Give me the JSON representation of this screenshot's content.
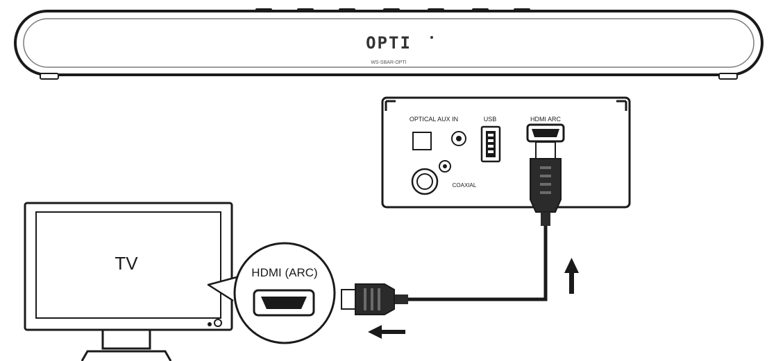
{
  "soundbar": {
    "brand": "OPTI",
    "model_line": "WS-SBAR-OPTI"
  },
  "rear_panel": {
    "optical_aux_label": "OPTICAL AUX IN",
    "usb_label": "USB",
    "hdmi_arc_label": "HDMI ARC",
    "coaxial_label": "COAXIAL"
  },
  "tv": {
    "label": "TV",
    "port_callout_label": "HDMI (ARC)"
  },
  "colors": {
    "line": "#1a1a1a",
    "panel_fill": "#ffffff",
    "cable_fill": "#2b2b2b"
  }
}
